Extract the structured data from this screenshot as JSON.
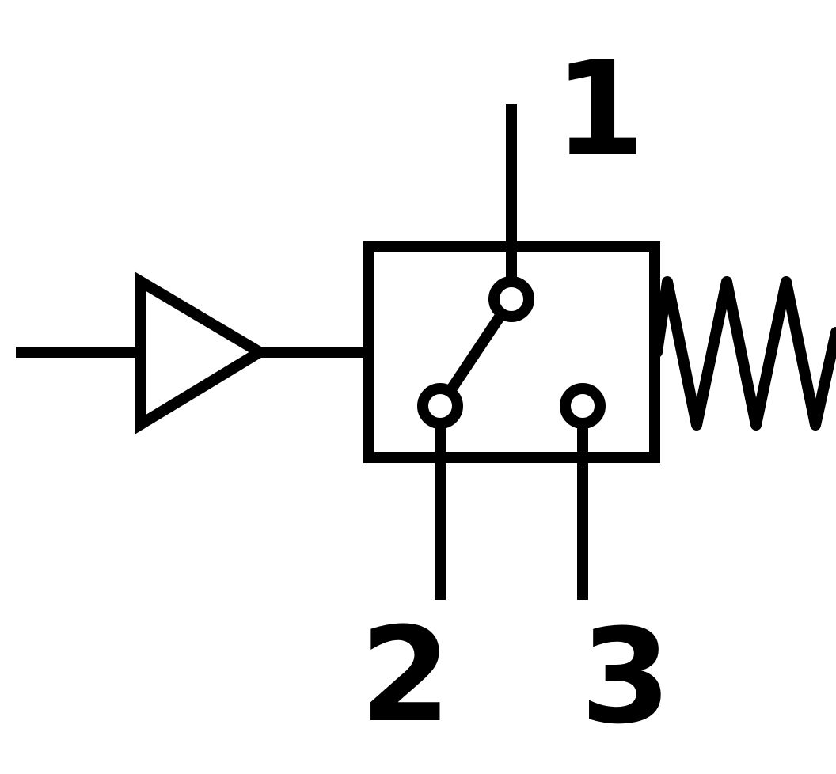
{
  "diagram": {
    "type": "relay-switch-symbol",
    "terminals": {
      "t1": "1",
      "t2": "2",
      "t3": "3"
    },
    "stroke_color": "#000000",
    "background_color": "#ffffff"
  }
}
